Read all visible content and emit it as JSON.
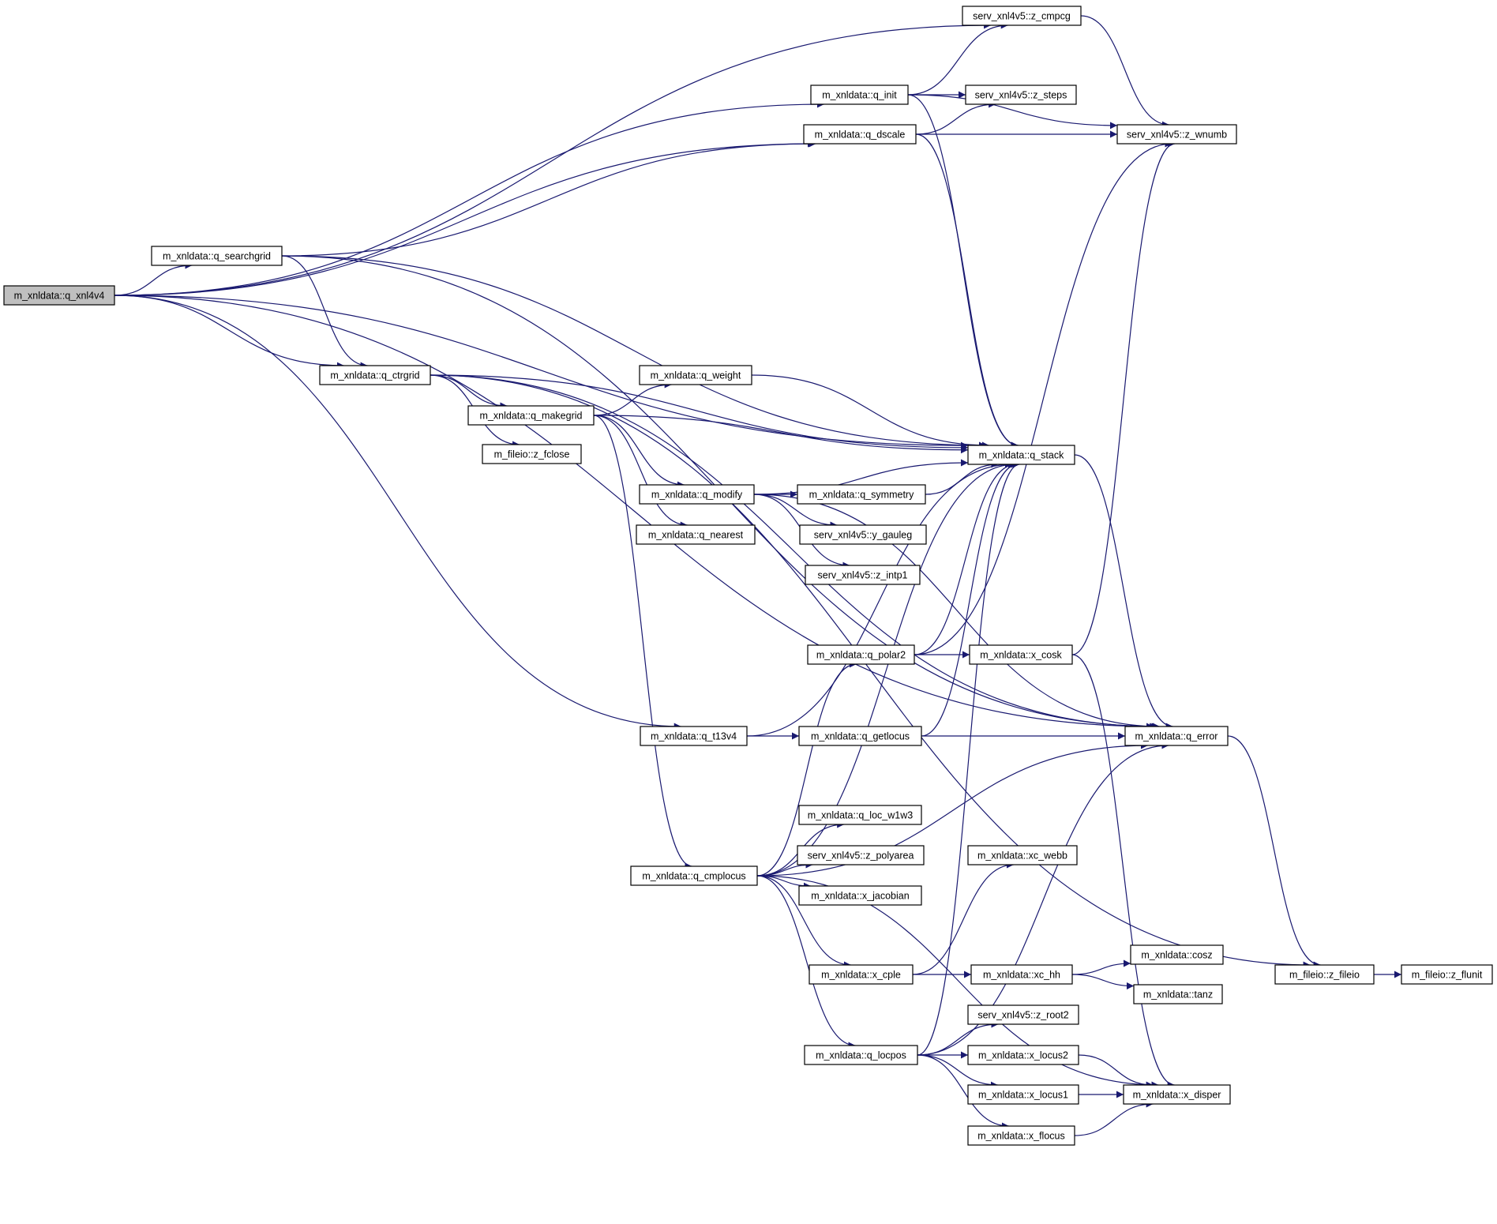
{
  "colors": {
    "edge": "#191970",
    "node_fill": "#ffffff",
    "root_fill": "#bfbfbf",
    "border": "#000000"
  },
  "nodes": [
    {
      "id": "q_xnl4v4",
      "label": "m_xnldata::q_xnl4v4",
      "root": true
    },
    {
      "id": "q_searchgrid",
      "label": "m_xnldata::q_searchgrid"
    },
    {
      "id": "q_ctrgrid",
      "label": "m_xnldata::q_ctrgrid"
    },
    {
      "id": "q_makegrid",
      "label": "m_xnldata::q_makegrid"
    },
    {
      "id": "z_fclose",
      "label": "m_fileio::z_fclose"
    },
    {
      "id": "q_weight",
      "label": "m_xnldata::q_weight"
    },
    {
      "id": "q_modify",
      "label": "m_xnldata::q_modify"
    },
    {
      "id": "q_nearest",
      "label": "m_xnldata::q_nearest"
    },
    {
      "id": "q_symmetry",
      "label": "m_xnldata::q_symmetry"
    },
    {
      "id": "y_gauleg",
      "label": "serv_xnl4v5::y_gauleg"
    },
    {
      "id": "z_intp1",
      "label": "serv_xnl4v5::z_intp1"
    },
    {
      "id": "q_init",
      "label": "m_xnldata::q_init"
    },
    {
      "id": "q_dscale",
      "label": "m_xnldata::q_dscale"
    },
    {
      "id": "z_cmpcg",
      "label": "serv_xnl4v5::z_cmpcg"
    },
    {
      "id": "z_steps",
      "label": "serv_xnl4v5::z_steps"
    },
    {
      "id": "z_wnumb",
      "label": "serv_xnl4v5::z_wnumb"
    },
    {
      "id": "q_stack",
      "label": "m_xnldata::q_stack"
    },
    {
      "id": "q_polar2",
      "label": "m_xnldata::q_polar2"
    },
    {
      "id": "x_cosk",
      "label": "m_xnldata::x_cosk"
    },
    {
      "id": "q_t13v4",
      "label": "m_xnldata::q_t13v4"
    },
    {
      "id": "q_getlocus",
      "label": "m_xnldata::q_getlocus"
    },
    {
      "id": "q_error",
      "label": "m_xnldata::q_error"
    },
    {
      "id": "q_loc_w1w3",
      "label": "m_xnldata::q_loc_w1w3"
    },
    {
      "id": "z_polyarea",
      "label": "serv_xnl4v5::z_polyarea"
    },
    {
      "id": "x_jacobian",
      "label": "m_xnldata::x_jacobian"
    },
    {
      "id": "q_cmplocus",
      "label": "m_xnldata::q_cmplocus"
    },
    {
      "id": "xc_webb",
      "label": "m_xnldata::xc_webb"
    },
    {
      "id": "x_cple",
      "label": "m_xnldata::x_cple"
    },
    {
      "id": "xc_hh",
      "label": "m_xnldata::xc_hh"
    },
    {
      "id": "cosz",
      "label": "m_xnldata::cosz"
    },
    {
      "id": "tanz",
      "label": "m_xnldata::tanz"
    },
    {
      "id": "z_root2",
      "label": "serv_xnl4v5::z_root2"
    },
    {
      "id": "q_locpos",
      "label": "m_xnldata::q_locpos"
    },
    {
      "id": "x_locus2",
      "label": "m_xnldata::x_locus2"
    },
    {
      "id": "x_locus1",
      "label": "m_xnldata::x_locus1"
    },
    {
      "id": "x_disper",
      "label": "m_xnldata::x_disper"
    },
    {
      "id": "x_flocus",
      "label": "m_xnldata::x_flocus"
    },
    {
      "id": "z_fileio",
      "label": "m_fileio::z_fileio"
    },
    {
      "id": "z_flunit",
      "label": "m_fileio::z_flunit"
    }
  ],
  "edges": [
    [
      "q_xnl4v4",
      "z_cmpcg"
    ],
    [
      "q_xnl4v4",
      "q_init"
    ],
    [
      "q_xnl4v4",
      "q_dscale"
    ],
    [
      "q_xnl4v4",
      "q_searchgrid"
    ],
    [
      "q_xnl4v4",
      "q_stack"
    ],
    [
      "q_xnl4v4",
      "q_ctrgrid"
    ],
    [
      "q_xnl4v4",
      "q_t13v4"
    ],
    [
      "q_xnl4v4",
      "q_error"
    ],
    [
      "q_searchgrid",
      "q_dscale"
    ],
    [
      "q_searchgrid",
      "q_error"
    ],
    [
      "q_searchgrid",
      "q_stack"
    ],
    [
      "q_searchgrid",
      "q_ctrgrid"
    ],
    [
      "q_ctrgrid",
      "q_error"
    ],
    [
      "q_ctrgrid",
      "q_stack"
    ],
    [
      "q_ctrgrid",
      "q_makegrid"
    ],
    [
      "q_ctrgrid",
      "z_fclose"
    ],
    [
      "q_ctrgrid",
      "z_fileio"
    ],
    [
      "q_makegrid",
      "q_weight"
    ],
    [
      "q_makegrid",
      "q_stack"
    ],
    [
      "q_makegrid",
      "q_modify"
    ],
    [
      "q_makegrid",
      "q_nearest"
    ],
    [
      "q_makegrid",
      "q_cmplocus"
    ],
    [
      "q_weight",
      "q_stack"
    ],
    [
      "q_modify",
      "q_stack"
    ],
    [
      "q_modify",
      "q_symmetry"
    ],
    [
      "q_modify",
      "y_gauleg"
    ],
    [
      "q_modify",
      "z_intp1"
    ],
    [
      "q_modify",
      "q_error"
    ],
    [
      "q_symmetry",
      "q_stack"
    ],
    [
      "q_init",
      "z_cmpcg"
    ],
    [
      "q_init",
      "z_steps"
    ],
    [
      "q_init",
      "z_wnumb"
    ],
    [
      "q_init",
      "q_stack"
    ],
    [
      "q_dscale",
      "z_steps"
    ],
    [
      "q_dscale",
      "z_wnumb"
    ],
    [
      "q_dscale",
      "q_stack"
    ],
    [
      "z_cmpcg",
      "z_wnumb"
    ],
    [
      "q_stack",
      "q_error"
    ],
    [
      "q_polar2",
      "q_stack"
    ],
    [
      "q_polar2",
      "z_wnumb"
    ],
    [
      "q_polar2",
      "x_cosk"
    ],
    [
      "x_cosk",
      "z_wnumb"
    ],
    [
      "x_cosk",
      "x_disper"
    ],
    [
      "q_t13v4",
      "q_stack"
    ],
    [
      "q_t13v4",
      "q_getlocus"
    ],
    [
      "q_getlocus",
      "q_stack"
    ],
    [
      "q_getlocus",
      "q_error"
    ],
    [
      "q_error",
      "z_fileio"
    ],
    [
      "q_cmplocus",
      "q_polar2"
    ],
    [
      "q_cmplocus",
      "q_stack"
    ],
    [
      "q_cmplocus",
      "q_loc_w1w3"
    ],
    [
      "q_cmplocus",
      "z_polyarea"
    ],
    [
      "q_cmplocus",
      "x_jacobian"
    ],
    [
      "q_cmplocus",
      "q_error"
    ],
    [
      "q_cmplocus",
      "x_cple"
    ],
    [
      "q_cmplocus",
      "q_locpos"
    ],
    [
      "q_cmplocus",
      "x_disper"
    ],
    [
      "x_cple",
      "xc_webb"
    ],
    [
      "x_cple",
      "xc_hh"
    ],
    [
      "xc_hh",
      "cosz"
    ],
    [
      "xc_hh",
      "tanz"
    ],
    [
      "q_locpos",
      "q_stack"
    ],
    [
      "q_locpos",
      "q_error"
    ],
    [
      "q_locpos",
      "z_root2"
    ],
    [
      "q_locpos",
      "x_locus2"
    ],
    [
      "q_locpos",
      "x_locus1"
    ],
    [
      "q_locpos",
      "x_flocus"
    ],
    [
      "x_locus2",
      "x_disper"
    ],
    [
      "x_locus1",
      "x_disper"
    ],
    [
      "x_flocus",
      "x_disper"
    ],
    [
      "z_fileio",
      "z_flunit"
    ]
  ]
}
